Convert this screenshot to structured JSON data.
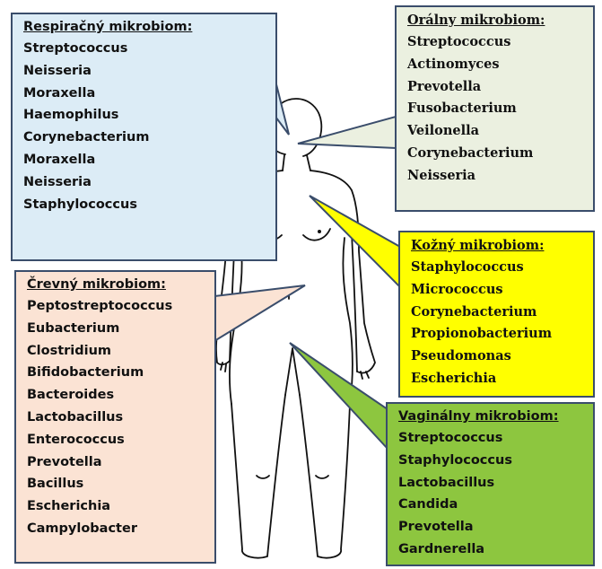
{
  "colors": {
    "respiratory": "#dcecf6",
    "oral": "#ebf0e0",
    "skin": "#ffff00",
    "gut": "#fbe3d4",
    "vaginal": "#8dc63f",
    "border": "#3a4d6b",
    "figure_outline": "#111111"
  },
  "figure": {
    "icon": "human-body-outline-icon"
  },
  "boxes": {
    "respiratory": {
      "title": "Respiračný mikrobiom:",
      "items": [
        "Streptococcus",
        "Neisseria",
        "Moraxella",
        "Haemophilus",
        "Corynebacterium",
        "Moraxella",
        "Neisseria",
        "Staphylococcus"
      ]
    },
    "oral": {
      "title": "Orálny mikrobiom:",
      "items": [
        "Streptococcus",
        "Actinomyces",
        "Prevotella",
        "Fusobacterium",
        "Veilonella",
        "Corynebacterium",
        "Neisseria"
      ]
    },
    "skin": {
      "title": "Kožný mikrobiom:",
      "items": [
        "Staphylococcus",
        "Micrococcus",
        "Corynebacterium",
        "Propionobacterium",
        "Pseudomonas",
        "Escherichia"
      ]
    },
    "gut": {
      "title": "Črevný mikrobiom:",
      "items": [
        "Peptostreptococcus",
        "Eubacterium",
        "Clostridium",
        "Bifidobacterium",
        "Bacteroides",
        "Lactobacillus",
        "Enterococcus",
        "Prevotella",
        "Bacillus",
        "Escherichia",
        "Campylobacter"
      ]
    },
    "vaginal": {
      "title": "Vaginálny mikrobiom:",
      "items": [
        "Streptococcus",
        "Staphylococcus",
        "Lactobacillus",
        "Candida",
        "Prevotella",
        "Gardnerella"
      ]
    }
  }
}
